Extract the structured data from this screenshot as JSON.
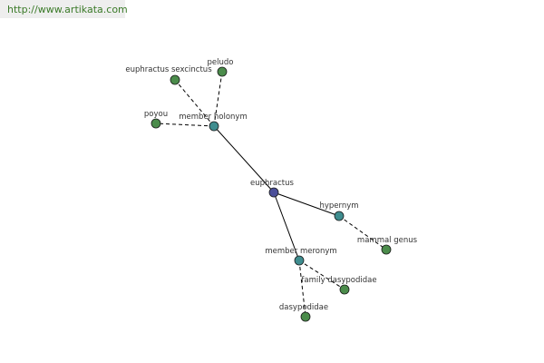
{
  "header": {
    "url": "http://www.artikata.com"
  },
  "graph": {
    "colors": {
      "center": "#4b4f99",
      "relation": "#3f8d8f",
      "term": "#4b8c4b",
      "edge": "#000000"
    },
    "nodes": [
      {
        "id": "euphractus",
        "label": "euphractus",
        "kind": "center"
      },
      {
        "id": "member-holonym",
        "label": "member holonym",
        "kind": "relation"
      },
      {
        "id": "hypernym",
        "label": "hypernym",
        "kind": "relation"
      },
      {
        "id": "member-meronym",
        "label": "member meronym",
        "kind": "relation"
      },
      {
        "id": "euphractus-sexcinctus",
        "label": "euphractus sexcinctus",
        "kind": "term"
      },
      {
        "id": "peludo",
        "label": "peludo",
        "kind": "term"
      },
      {
        "id": "poyou",
        "label": "poyou",
        "kind": "term"
      },
      {
        "id": "mammal-genus",
        "label": "mammal genus",
        "kind": "term"
      },
      {
        "id": "family-dasypodidae",
        "label": "family dasypodidae",
        "kind": "term"
      },
      {
        "id": "dasypodidae",
        "label": "dasypodidae",
        "kind": "term"
      }
    ],
    "edges": [
      {
        "from": "euphractus",
        "to": "member-holonym",
        "style": "solid"
      },
      {
        "from": "euphractus",
        "to": "hypernym",
        "style": "solid"
      },
      {
        "from": "euphractus",
        "to": "member-meronym",
        "style": "solid"
      },
      {
        "from": "member-holonym",
        "to": "euphractus-sexcinctus",
        "style": "dashed"
      },
      {
        "from": "member-holonym",
        "to": "peludo",
        "style": "dashed"
      },
      {
        "from": "member-holonym",
        "to": "poyou",
        "style": "dashed"
      },
      {
        "from": "hypernym",
        "to": "mammal-genus",
        "style": "dashed"
      },
      {
        "from": "member-meronym",
        "to": "family-dasypodidae",
        "style": "dashed"
      },
      {
        "from": "member-meronym",
        "to": "dasypodidae",
        "style": "dashed"
      }
    ]
  }
}
